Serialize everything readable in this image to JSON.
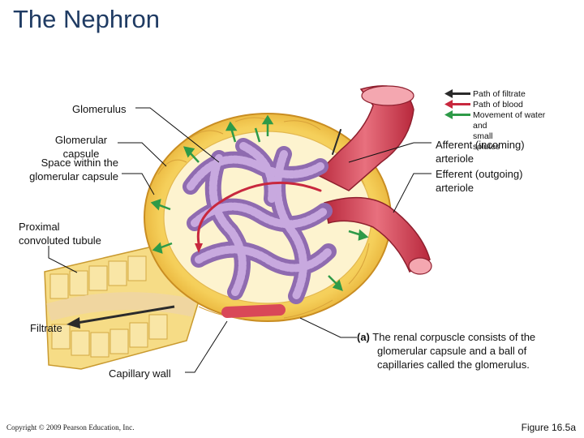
{
  "title": "The Nephron",
  "labels": {
    "glomerulus": "Glomerulus",
    "glomerular_capsule_1": "Glomerular",
    "glomerular_capsule_2": "capsule",
    "space_1": "Space within the",
    "space_2": "glomerular capsule",
    "afferent_1": "Afferent (incoming)",
    "afferent_2": "arteriole",
    "efferent_1": "Efferent (outgoing)",
    "efferent_2": "arteriole",
    "proximal_1": "Proximal",
    "proximal_2": "convoluted tubule",
    "filtrate": "Filtrate",
    "capillary_wall": "Capillary wall"
  },
  "legend": {
    "filtrate": "Path of filtrate",
    "blood": "Path of blood",
    "water_1": "Movement of water",
    "water_2": "and small solutes",
    "colors": {
      "filtrate": "#2b2b2b",
      "blood": "#c8283e",
      "water": "#2e9a48"
    }
  },
  "caption": {
    "letter": "(a)",
    "line1": "The renal corpuscle consists of the",
    "line2": "glomerular capsule and a ball of",
    "line3": "capillaries called the glomerulus."
  },
  "copyright": "Copyright © 2009 Pearson Education, Inc.",
  "figure": "Figure 16.5a"
}
